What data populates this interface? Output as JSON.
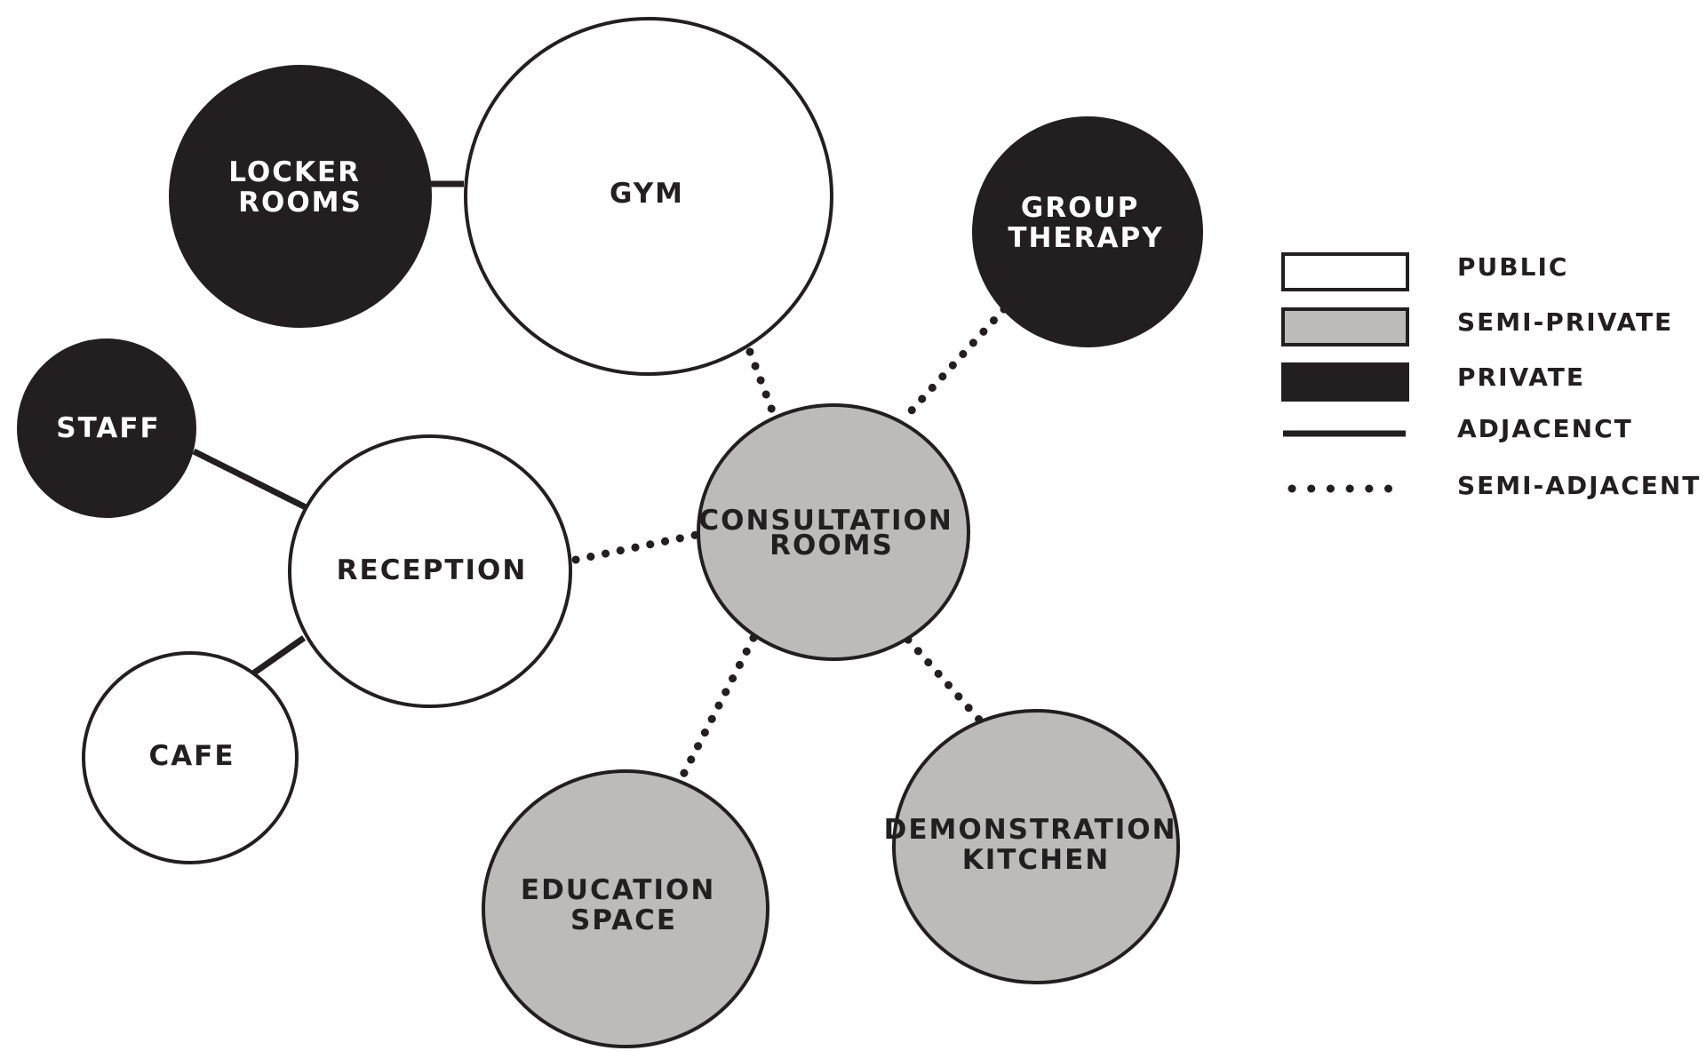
{
  "colors": {
    "public": "#ffffff",
    "semi_private": "#bdbaba",
    "private": "#231f20",
    "stroke": "#231f20"
  },
  "nodes": {
    "locker_rooms": {
      "line1": "LOCKER",
      "line2": "ROOMS",
      "zone": "private"
    },
    "gym": {
      "line1": "GYM",
      "zone": "public"
    },
    "group_therapy": {
      "line1": "GROUP",
      "line2": "THERAPY",
      "zone": "private"
    },
    "staff": {
      "line1": "STAFF",
      "zone": "private"
    },
    "reception": {
      "line1": "RECEPTION",
      "zone": "public"
    },
    "cafe": {
      "line1": "CAFE",
      "zone": "public"
    },
    "consultation_rooms": {
      "line1": "CONSULTATION",
      "line2": "ROOMS",
      "zone": "semi_private"
    },
    "education_space": {
      "line1": "EDUCATION",
      "line2": "SPACE",
      "zone": "semi_private"
    },
    "demonstration_kitchen": {
      "line1": "DEMONSTRATION",
      "line2": "KITCHEN",
      "zone": "semi_private"
    }
  },
  "connections": [
    {
      "from": "locker_rooms",
      "to": "gym",
      "type": "adjacent"
    },
    {
      "from": "staff",
      "to": "reception",
      "type": "adjacent"
    },
    {
      "from": "reception",
      "to": "cafe",
      "type": "adjacent"
    },
    {
      "from": "gym",
      "to": "consultation_rooms",
      "type": "semi_adjacent"
    },
    {
      "from": "group_therapy",
      "to": "consultation_rooms",
      "type": "semi_adjacent"
    },
    {
      "from": "reception",
      "to": "consultation_rooms",
      "type": "semi_adjacent"
    },
    {
      "from": "consultation_rooms",
      "to": "education_space",
      "type": "semi_adjacent"
    },
    {
      "from": "consultation_rooms",
      "to": "demonstration_kitchen",
      "type": "semi_adjacent"
    }
  ],
  "legend": {
    "public": "PUBLIC",
    "semi_private": "SEMI-PRIVATE",
    "private": "PRIVATE",
    "adjacent": "ADJACENCT",
    "semi_adjacent": "SEMI-ADJACENT"
  }
}
